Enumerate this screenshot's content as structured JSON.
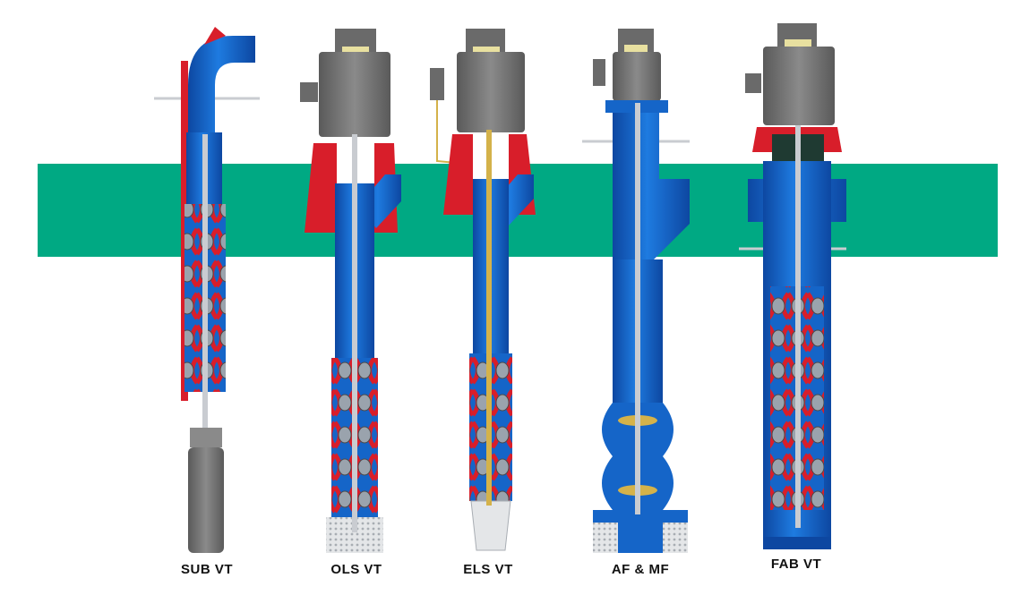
{
  "colors": {
    "band": "#00a983",
    "casing_blue": "#1565c8",
    "casing_blue_dark": "#0d47a1",
    "flange_red": "#d81e2a",
    "motor_gray": "#707070",
    "motor_gray_dark": "#4a4a4a",
    "shaft": "#c9ccd1",
    "brass": "#d4b24a",
    "label": "#111111"
  },
  "pumps": [
    {
      "id": "sub-vt",
      "label": "SUB VT"
    },
    {
      "id": "ols-vt",
      "label": "OLS VT"
    },
    {
      "id": "els-vt",
      "label": "ELS VT"
    },
    {
      "id": "af-mf",
      "label": "AF & MF"
    },
    {
      "id": "fab-vt",
      "label": "FAB VT"
    }
  ]
}
